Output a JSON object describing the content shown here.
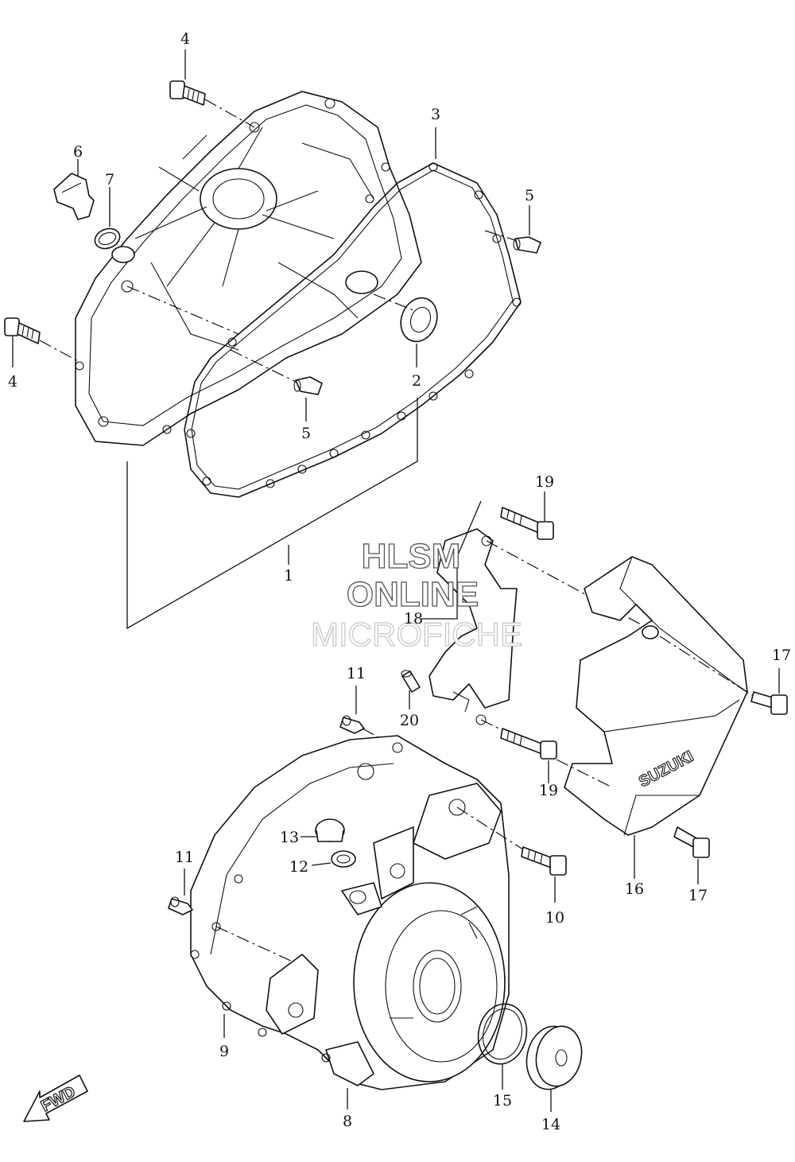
{
  "labels": {
    "l1": "1",
    "l2": "2",
    "l3": "3",
    "l4a": "4",
    "l4b": "4",
    "l5a": "5",
    "l5b": "5",
    "l6": "6",
    "l7": "7",
    "l8": "8",
    "l9": "9",
    "l10": "10",
    "l11a": "11",
    "l11b": "11",
    "l12": "12",
    "l13": "13",
    "l14": "14",
    "l15": "15",
    "l16": "16",
    "l17a": "17",
    "l17b": "17",
    "l18": "18",
    "l19a": "19",
    "l19b": "19",
    "l20": "20"
  },
  "watermark": {
    "line1": "HLSM",
    "line2": "ONLINE",
    "line3": "MICROFICHE"
  },
  "cover_brand": "SUZUKI",
  "fwd_arrow": "FWD"
}
